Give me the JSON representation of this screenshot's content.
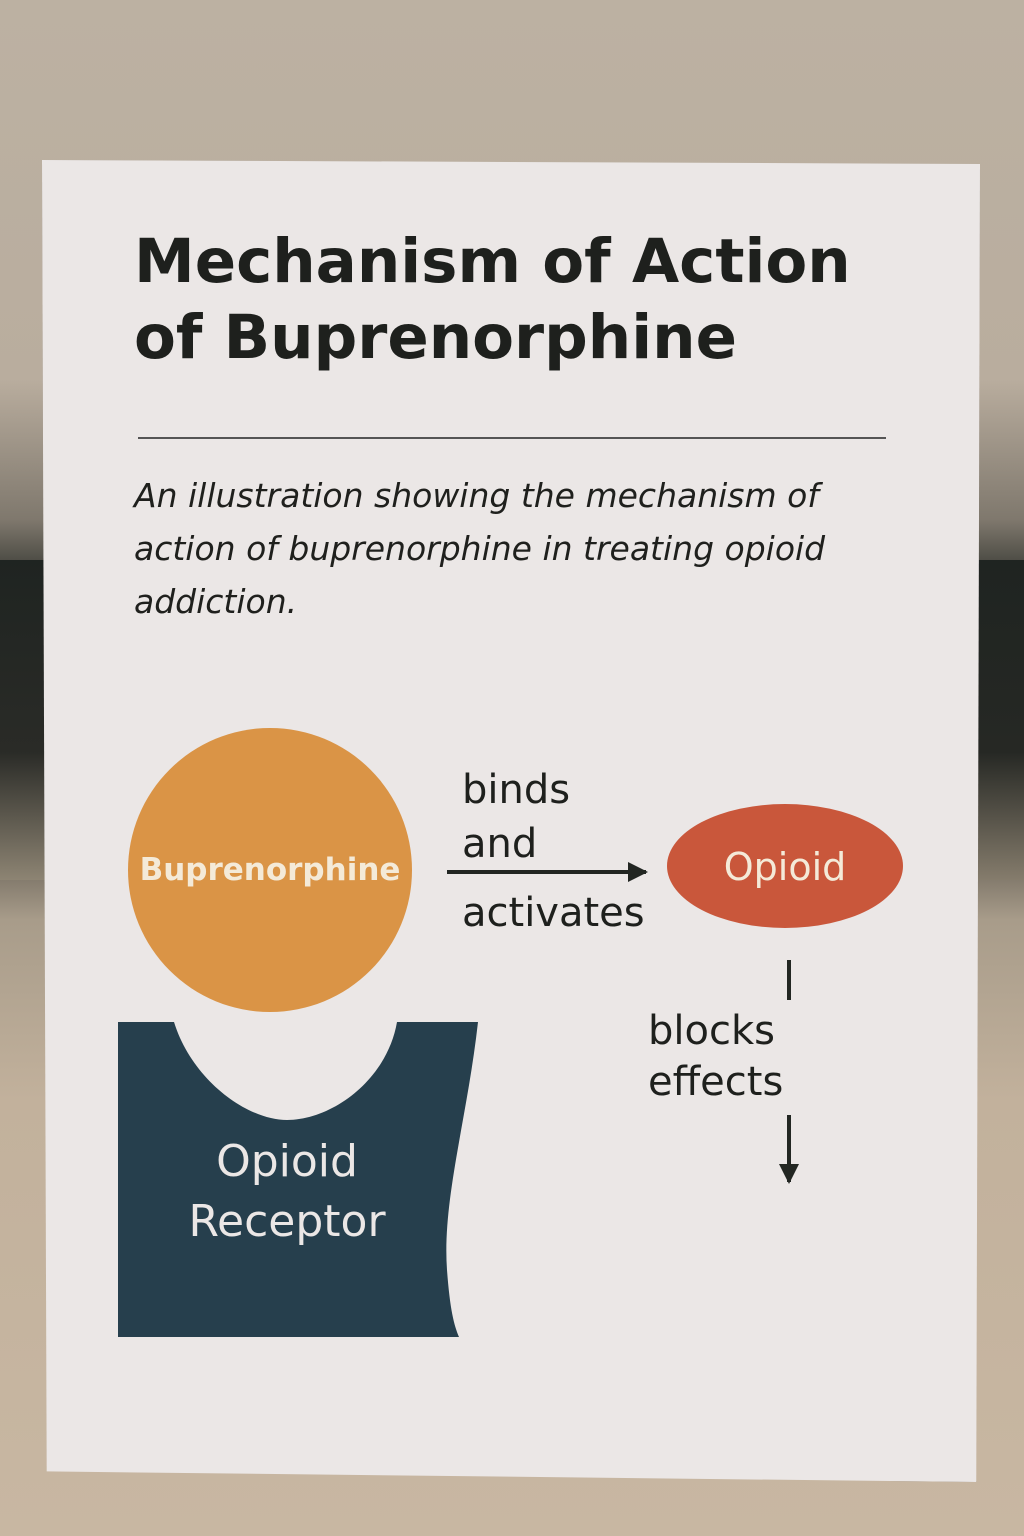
{
  "title_line1": "Mechanism of Action",
  "title_line2": "of Buprenorphine",
  "subtitle": "An illustration showing the mechanism of action of buprenorphine in treating opioid addiction.",
  "nodes": {
    "buprenorphine": {
      "label": "Buprenorphine",
      "color": "#da9446"
    },
    "opioid": {
      "label": "Opioid",
      "color": "#c9573b"
    },
    "receptor": {
      "label_line1": "Opioid",
      "label_line2": "Receptor",
      "color": "#263f4d"
    }
  },
  "edges": {
    "binds": {
      "line1": "binds",
      "line2": "and",
      "line3": "activates"
    },
    "blocks": {
      "line1": "blocks",
      "line2": "effects"
    }
  }
}
